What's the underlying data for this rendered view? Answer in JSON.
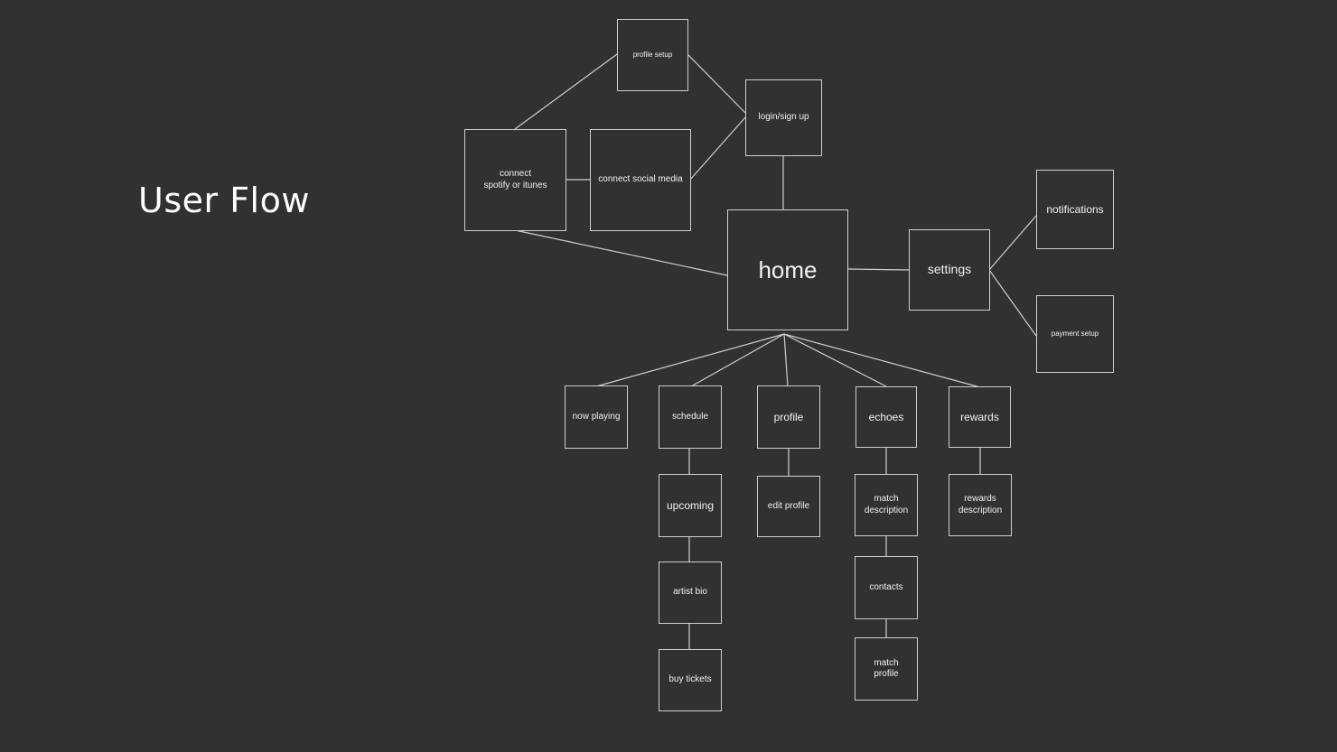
{
  "title": "User Flow",
  "nodes": {
    "profile_setup": "profile setup",
    "login_signup": "login/sign up",
    "connect_music": "connect\nspotify or itunes",
    "connect_social": "connect social media",
    "home": "home",
    "settings": "settings",
    "notifications": "notifications",
    "payment_setup": "payment setup",
    "now_playing": "now playing",
    "schedule": "schedule",
    "profile": "profile",
    "echoes": "echoes",
    "rewards": "rewards",
    "upcoming": "upcoming",
    "edit_profile": "edit profile",
    "match_description": "match\ndescription",
    "rewards_description": "rewards\ndescription",
    "artist_bio": "artist bio",
    "contacts": "contacts",
    "buy_tickets": "buy tickets",
    "match_profile": "match\nprofile"
  }
}
